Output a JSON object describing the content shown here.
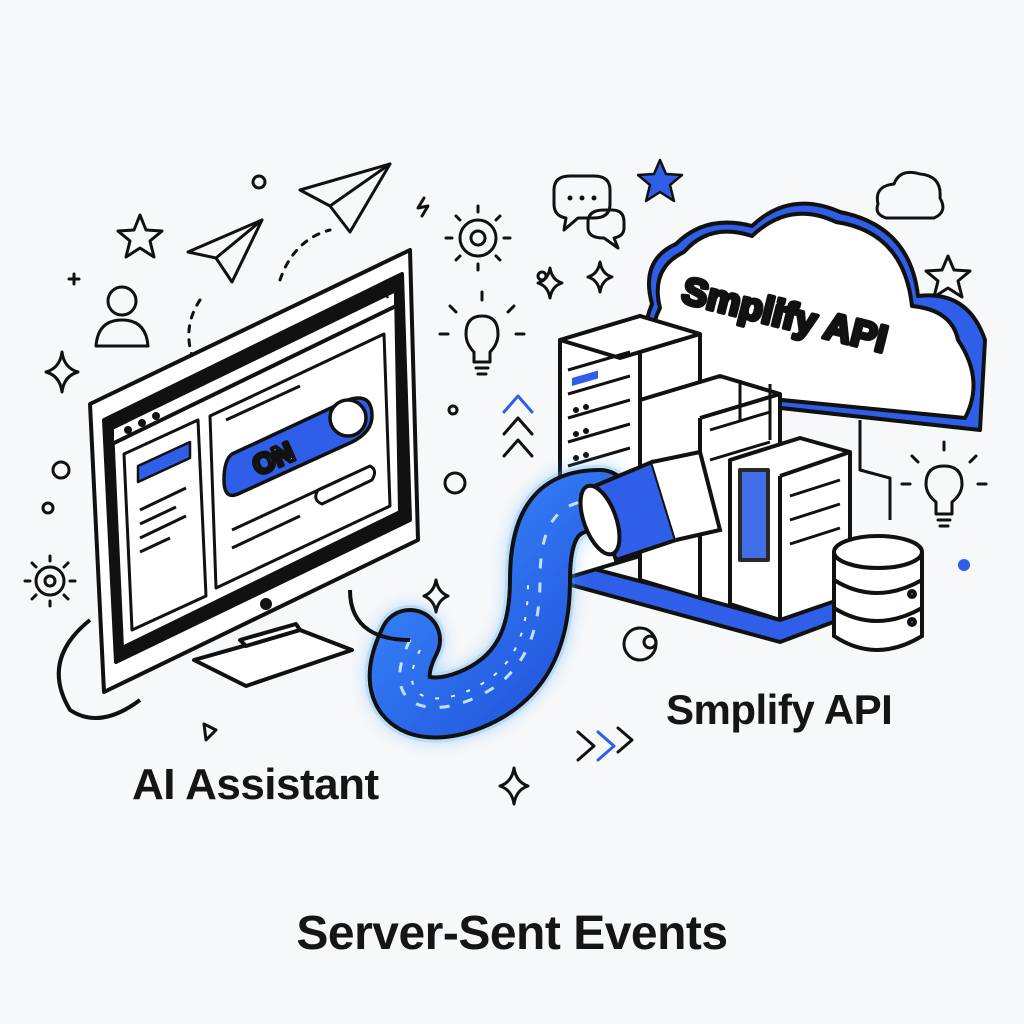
{
  "diagram": {
    "title": "Server-Sent Events",
    "client": {
      "label": "AI Assistant",
      "toggle_label": "ON"
    },
    "server": {
      "label": "Smplify API",
      "cloud_label": "Smplify API"
    }
  },
  "colors": {
    "accent": "#2f5fe8",
    "stream_glow": "#49a6ff",
    "outline": "#111111",
    "background": "#f7f8f9"
  },
  "icons": [
    "paper-plane-icon",
    "star-icon",
    "sparkle-icon",
    "gear-icon",
    "user-icon",
    "lightbulb-icon",
    "chat-bubbles-icon",
    "cloud-icon",
    "database-icon",
    "chevrons-up-icon",
    "chevrons-right-icon",
    "server-rack-icon",
    "monitor-icon"
  ]
}
